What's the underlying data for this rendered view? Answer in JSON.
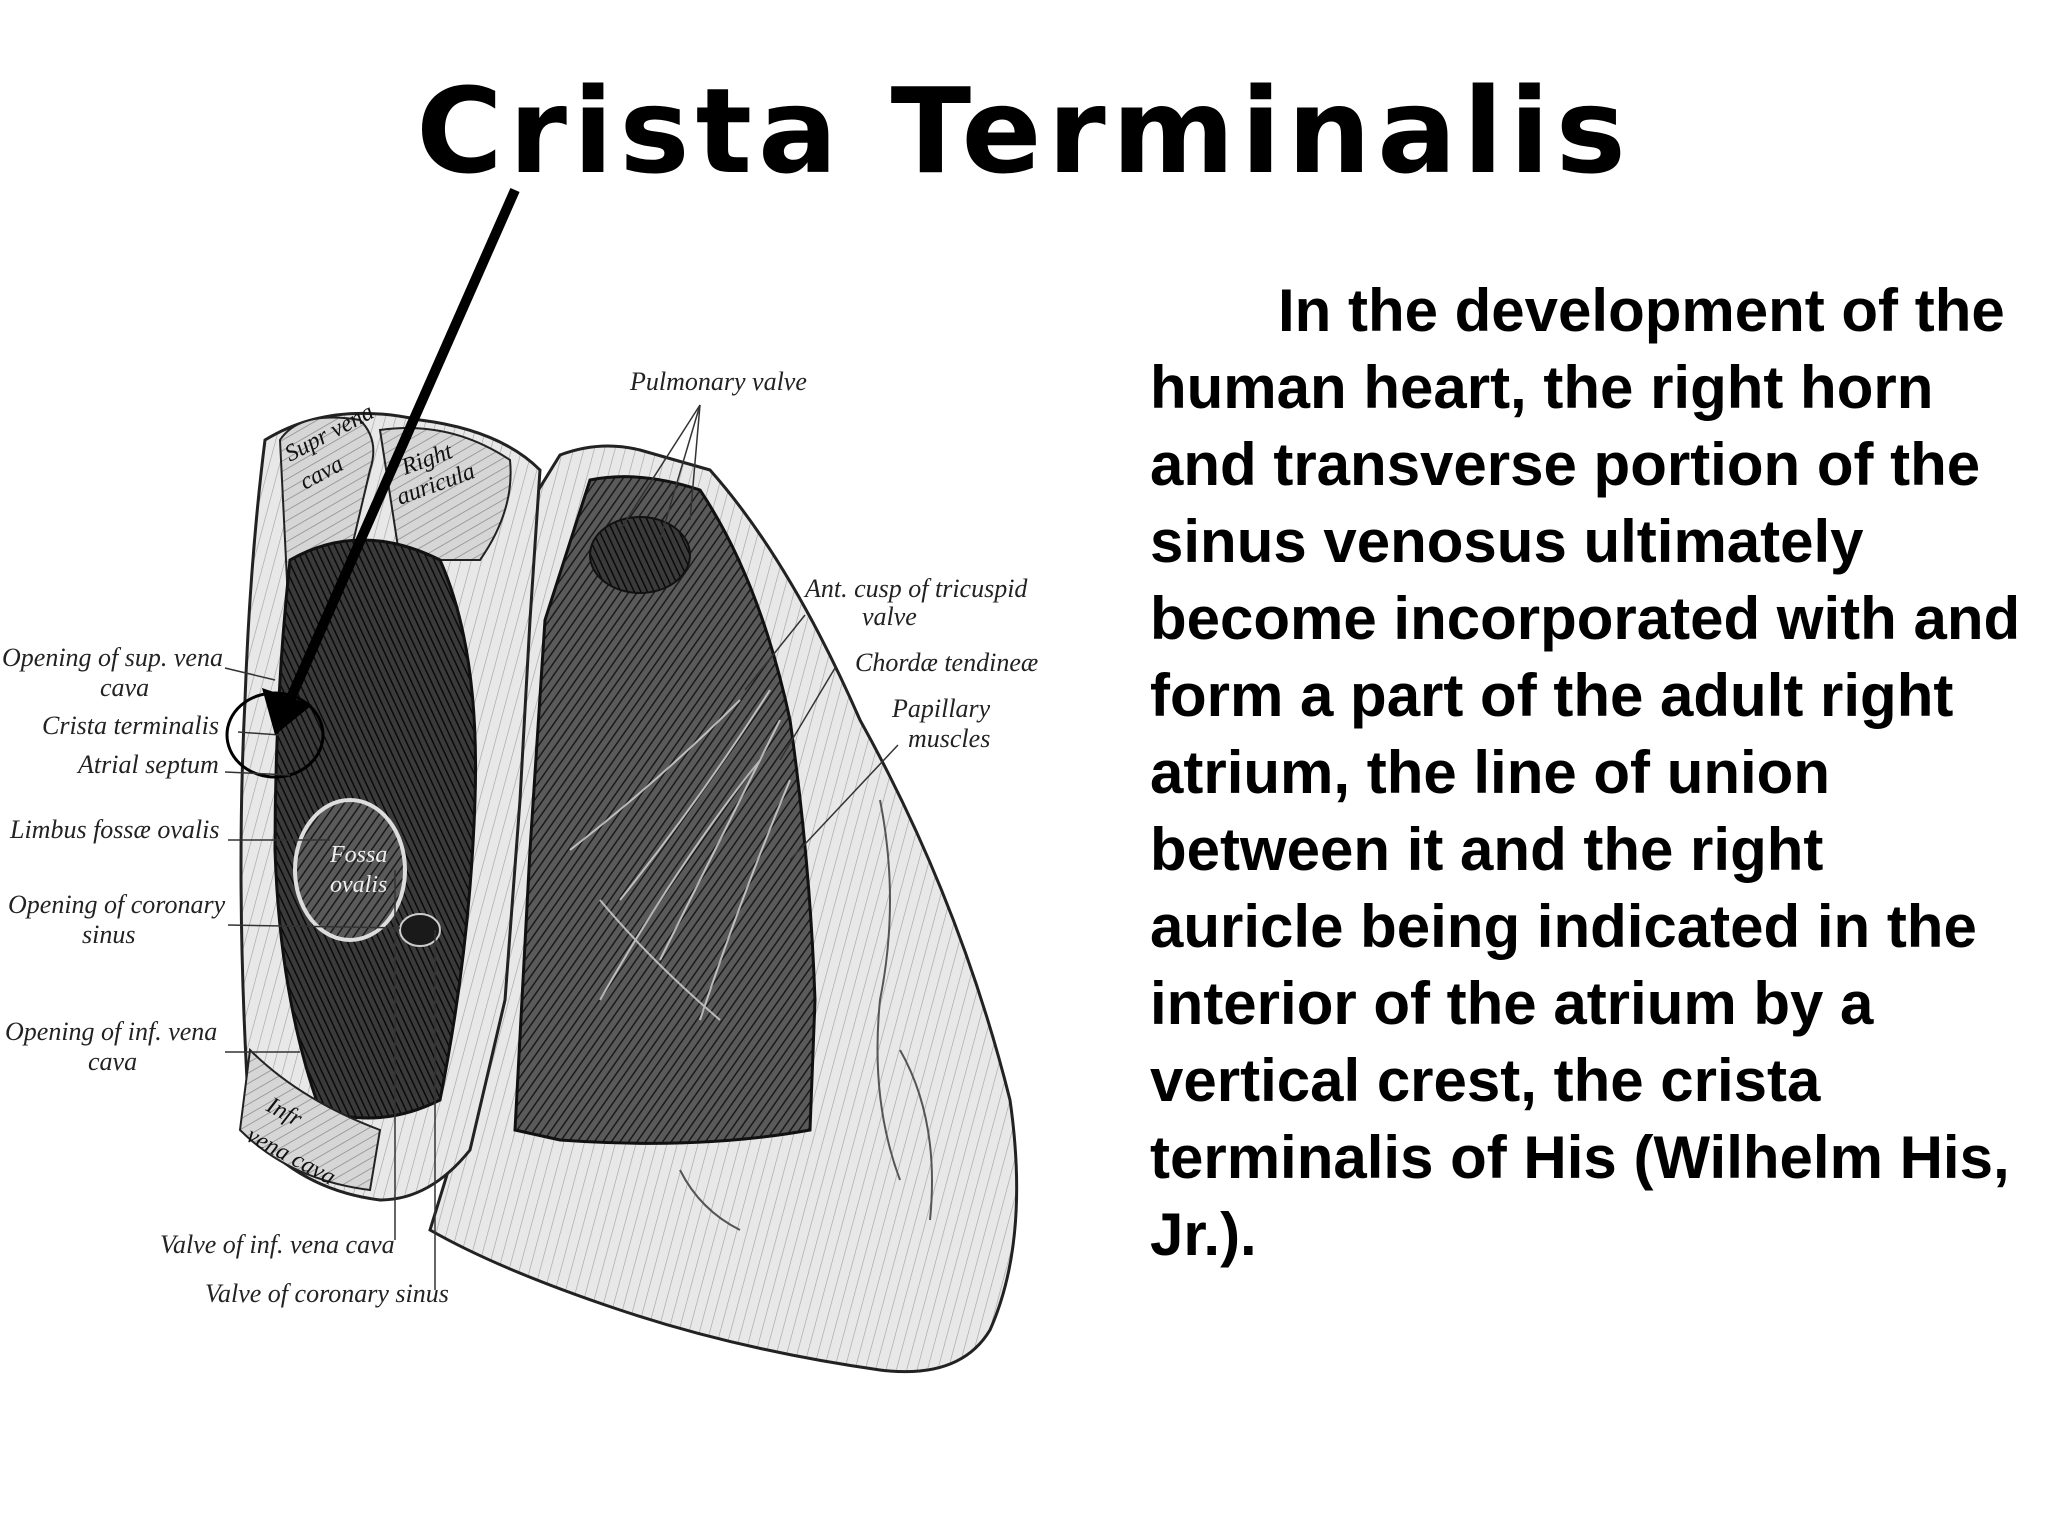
{
  "title": "Crista Terminalis",
  "body_text": "In the development of the human heart, the right horn and transverse portion of the sinus venosus ultimately become incorporated with and form a part of the adult right atrium, the line of union between it and the right auricle being indicated in the interior of the atrium by a vertical crest, the crista terminalis of His (Wilhelm His, Jr.).",
  "diagram": {
    "labels": {
      "pulmonary_valve": "Pulmonary valve",
      "ant_cusp_line1": "Ant. cusp of tricuspid",
      "ant_cusp_line2": "valve",
      "chordae": "Chordæ tendineæ",
      "papillary_line1": "Papillary",
      "papillary_line2": "muscles",
      "opening_sup_line1": "Opening of sup. vena",
      "opening_sup_line2": "cava",
      "crista": "Crista terminalis",
      "atrial_septum": "Atrial septum",
      "limbus": "Limbus fossæ ovalis",
      "opening_cor_line1": "Opening of coronary",
      "opening_cor_line2": "sinus",
      "opening_inf_line1": "Opening of inf. vena",
      "opening_inf_line2": "cava",
      "valve_inf": "Valve of inf. vena cava",
      "valve_cor": "Valve of coronary sinus",
      "sup_vena_line1": "Supr vena",
      "sup_vena_line2": "cava",
      "right_auricula_line1": "Right",
      "right_auricula_line2": "auricula",
      "fossa_line1": "Fossa",
      "fossa_line2": "ovalis",
      "infr_line1": "Infr",
      "infr_line2": "vena cava"
    }
  }
}
